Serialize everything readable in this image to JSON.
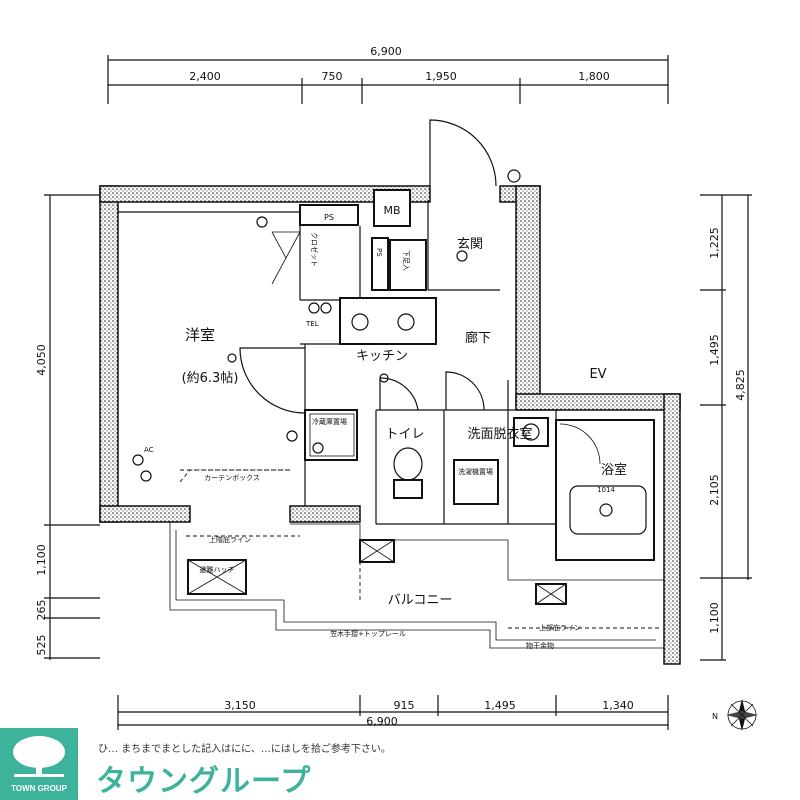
{
  "dimensions": {
    "top_total": "6,900",
    "top_segments": [
      "2,400",
      "750",
      "1,950",
      "1,800"
    ],
    "bottom_total": "6,900",
    "bottom_segments": [
      "3,150",
      "915",
      "1,495",
      "1,340"
    ],
    "left_height": "4,050",
    "left_lower": [
      "1,100",
      "265",
      "525"
    ],
    "right_segments": [
      "1,225",
      "1,495",
      "2,105",
      "1,100"
    ],
    "right_total": "4,825"
  },
  "rooms": {
    "western_room": "洋室",
    "western_room_size": "(約6.3帖)",
    "kitchen": "キッチン",
    "corridor": "廊下",
    "entrance": "玄関",
    "toilet": "トイレ",
    "washroom": "洗面脱衣室",
    "bathroom": "浴室",
    "balcony": "バルコニー",
    "elevator": "EV"
  },
  "labels": {
    "ps_top": "PS",
    "mb": "MB",
    "closet": "クロゼット",
    "ps_side": "PS",
    "shoe_box": "下足入",
    "ac": "AC",
    "tel": "TEL",
    "fridge": "冷蔵庫置場",
    "washer": "洗濯機置場",
    "curtain_box": "カーテンボックス",
    "lower_eave_line": "上階庇ライン",
    "upper_eave_line": "上部庇ライン",
    "rail": "笠木手摺+トップレール",
    "drying_rack": "物干金物",
    "evac_hatch": "避難ハッチ",
    "unit_bath": "1014"
  },
  "footer": {
    "notice": "ひ… まちまでまとした記入はにに、…にはしを拾ご参考下さい。",
    "brand_name": "タウングループ",
    "logo_caption": "TOWN GROUP"
  }
}
